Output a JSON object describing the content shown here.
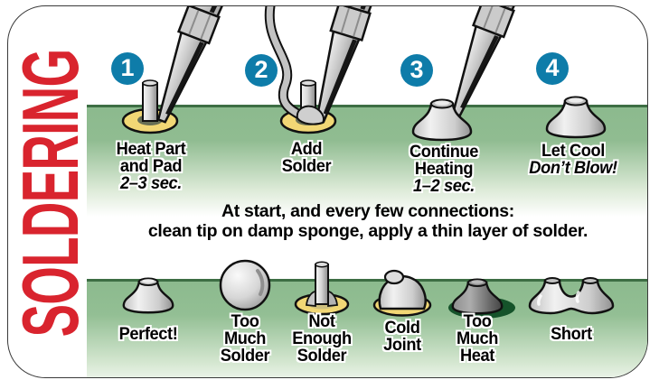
{
  "title": "SOLDERING",
  "colors": {
    "title_red": "#d9242e",
    "badge_blue": "#0e7ca9",
    "board_green": "#8cba8e",
    "board_edge_green": "#3d6e44",
    "pad_yellow": "#f1d775",
    "burn_green": "#15532a"
  },
  "steps": [
    {
      "number": "1",
      "lines": [
        "Heat Part",
        "and Pad"
      ],
      "note": "2–3 sec."
    },
    {
      "number": "2",
      "lines": [
        "Add",
        "Solder"
      ],
      "note": ""
    },
    {
      "number": "3",
      "lines": [
        "Continue",
        "Heating"
      ],
      "note": "1–2 sec."
    },
    {
      "number": "4",
      "lines": [
        "Let Cool"
      ],
      "note": "Don’t Blow!"
    }
  ],
  "instruction": {
    "line1": "At start, and every few connections:",
    "line2": "clean tip on damp sponge, apply a thin layer of solder."
  },
  "results": [
    {
      "lines": [
        "Perfect!"
      ]
    },
    {
      "lines": [
        "Too",
        "Much",
        "Solder"
      ]
    },
    {
      "lines": [
        "Not",
        "Enough",
        "Solder"
      ]
    },
    {
      "lines": [
        "Cold",
        "Joint"
      ]
    },
    {
      "lines": [
        "Too",
        "Much",
        "Heat"
      ]
    },
    {
      "lines": [
        "Short"
      ]
    }
  ]
}
